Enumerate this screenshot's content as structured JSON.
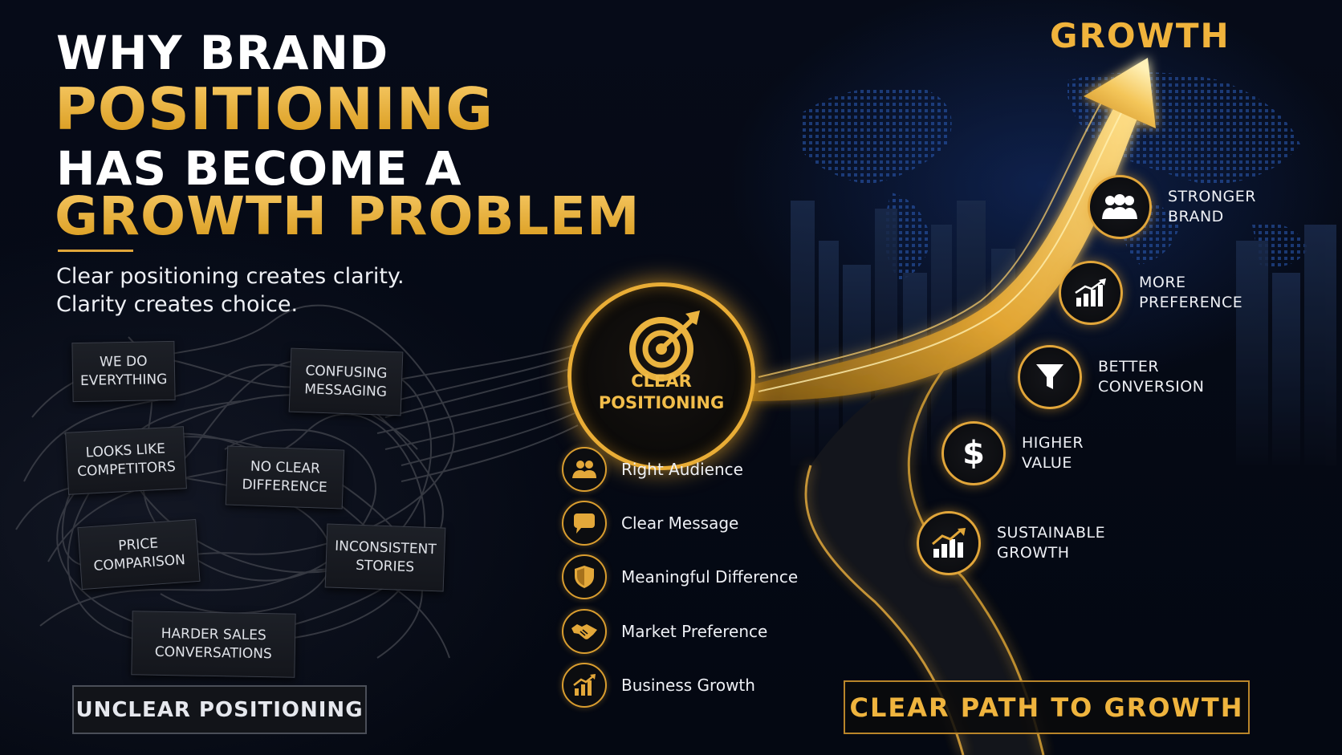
{
  "headline": {
    "line1": "WHY BRAND",
    "line2": "POSITIONING",
    "line3": "HAS BECOME A",
    "line4": "GROWTH PROBLEM"
  },
  "tagline": {
    "line1": "Clear positioning creates clarity.",
    "line2": "Clarity creates choice."
  },
  "problems": [
    "WE DO EVERYTHING",
    "CONFUSING MESSAGING",
    "LOOKS LIKE COMPETITORS",
    "NO CLEAR DIFFERENCE",
    "PRICE COMPARISON",
    "INCONSISTENT STORIES",
    "HARDER SALES CONVERSATIONS"
  ],
  "unclear_label": "UNCLEAR POSITIONING",
  "center": {
    "line1": "CLEAR",
    "line2": "POSITIONING",
    "icon": "target-arrow-icon"
  },
  "benefits": [
    {
      "label": "Right Audience",
      "icon": "audience-icon"
    },
    {
      "label": "Clear Message",
      "icon": "message-icon"
    },
    {
      "label": "Meaningful Difference",
      "icon": "shield-icon"
    },
    {
      "label": "Market Preference",
      "icon": "handshake-icon"
    },
    {
      "label": "Business Growth",
      "icon": "growth-chart-icon"
    }
  ],
  "milestones": [
    {
      "line1": "STRONGER",
      "line2": "BRAND",
      "icon": "group-icon"
    },
    {
      "line1": "MORE",
      "line2": "PREFERENCE",
      "icon": "bar-chart-icon"
    },
    {
      "line1": "BETTER",
      "line2": "CONVERSION",
      "icon": "funnel-icon"
    },
    {
      "line1": "HIGHER",
      "line2": "VALUE",
      "icon": "dollar-icon"
    },
    {
      "line1": "SUSTAINABLE",
      "line2": "GROWTH",
      "icon": "trend-chart-icon"
    }
  ],
  "growth_title": "GROWTH",
  "path_label": "CLEAR PATH TO GROWTH",
  "colors": {
    "gold": "#e9ad36",
    "background": "#050914",
    "blue_glow": "#163478"
  }
}
